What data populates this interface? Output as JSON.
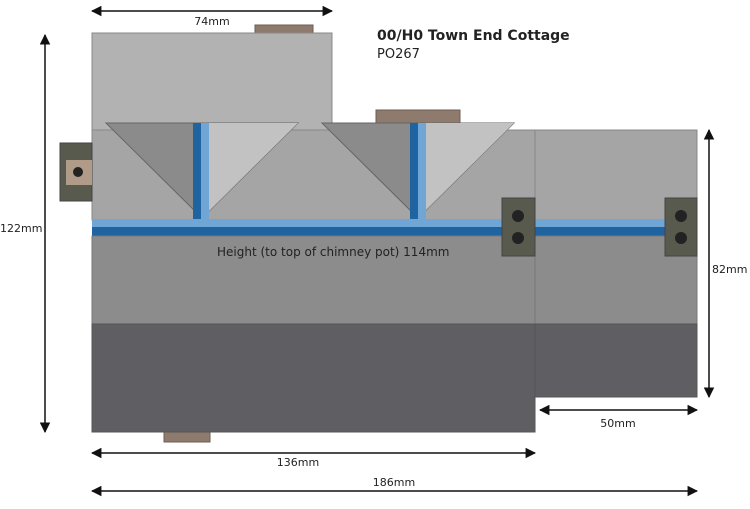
{
  "title": "00/H0 Town End Cottage",
  "product_code": "PO267",
  "note": "Height (to top of chimney pot) 114mm",
  "dimensions": {
    "width_top": "74mm",
    "height_left": "122mm",
    "height_right": "82mm",
    "width_annex": "50mm",
    "width_main": "136mm",
    "width_total": "186mm"
  },
  "colors": {
    "roof_light": "#a8a8a8",
    "roof_upper": "#b2b2b2",
    "wall_mid": "#8c8c8c",
    "wall_dark": "#5f5f63",
    "blue_dark": "#1f64a0",
    "blue_light": "#6fa6d6",
    "chimney": "#8f7a6e",
    "bracket": "#585a4e"
  }
}
